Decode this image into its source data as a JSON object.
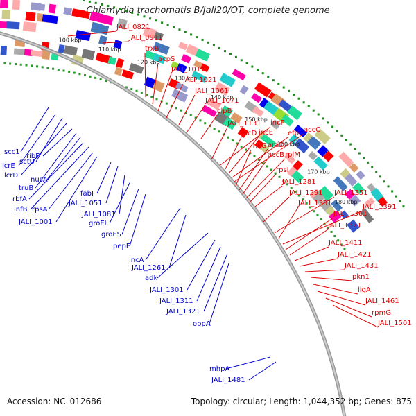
{
  "title": "Chlamydia trachomatis B/Jali20/OT, complete genome",
  "footer": {
    "accession": "Accession: NC_012686",
    "topology": "Topology: circular; Length: 1,044,352 bp; Genes: 875"
  },
  "colors": {
    "forward_label": "#dd0000",
    "reverse_label": "#0000cc",
    "backbone": "#888888",
    "gc_skew_dots": "#118811"
  },
  "kbp_ticks": [
    "100 kbp",
    "110 kbp",
    "120 kbp",
    "130 kbp",
    "140 kbp",
    "150 kbp",
    "160 kbp",
    "170 kbp",
    "180 kbp"
  ],
  "forward_genes": [
    "JALI_0821",
    "JALI_0911",
    "trxB",
    "acpS",
    "JALI_1011",
    "JALI_1021",
    "JALI_1061",
    "JALI_1071",
    "clpB",
    "JALI_1131",
    "incF",
    "incD",
    "incE",
    "efp",
    "accC",
    "incG",
    "araD",
    "accB",
    "rplM",
    "rpsI",
    "JALI_1281",
    "JALI_1291",
    "JALI_1351",
    "JALI_1331",
    "JALI_1391",
    "JALI_1361",
    "JALI_1371",
    "JALI_1411",
    "JALI_1421",
    "JALI_1431",
    "pkn1",
    "ligA",
    "JALI_1461",
    "rpmG",
    "JALI_1501"
  ],
  "reverse_genes": [
    "scc1",
    "lcrE",
    "sctU",
    "lcrD",
    "ribF",
    "truB",
    "nusA",
    "rbfA",
    "infB",
    "rpsA",
    "JALI_1001",
    "fabI",
    "JALI_1051",
    "JALI_1081",
    "groEL",
    "groES",
    "pepF",
    "incA",
    "JALI_1261",
    "adk",
    "JALI_1301",
    "JALI_1311",
    "JALI_1321",
    "oppA",
    "mhpA",
    "JALI_1481"
  ]
}
